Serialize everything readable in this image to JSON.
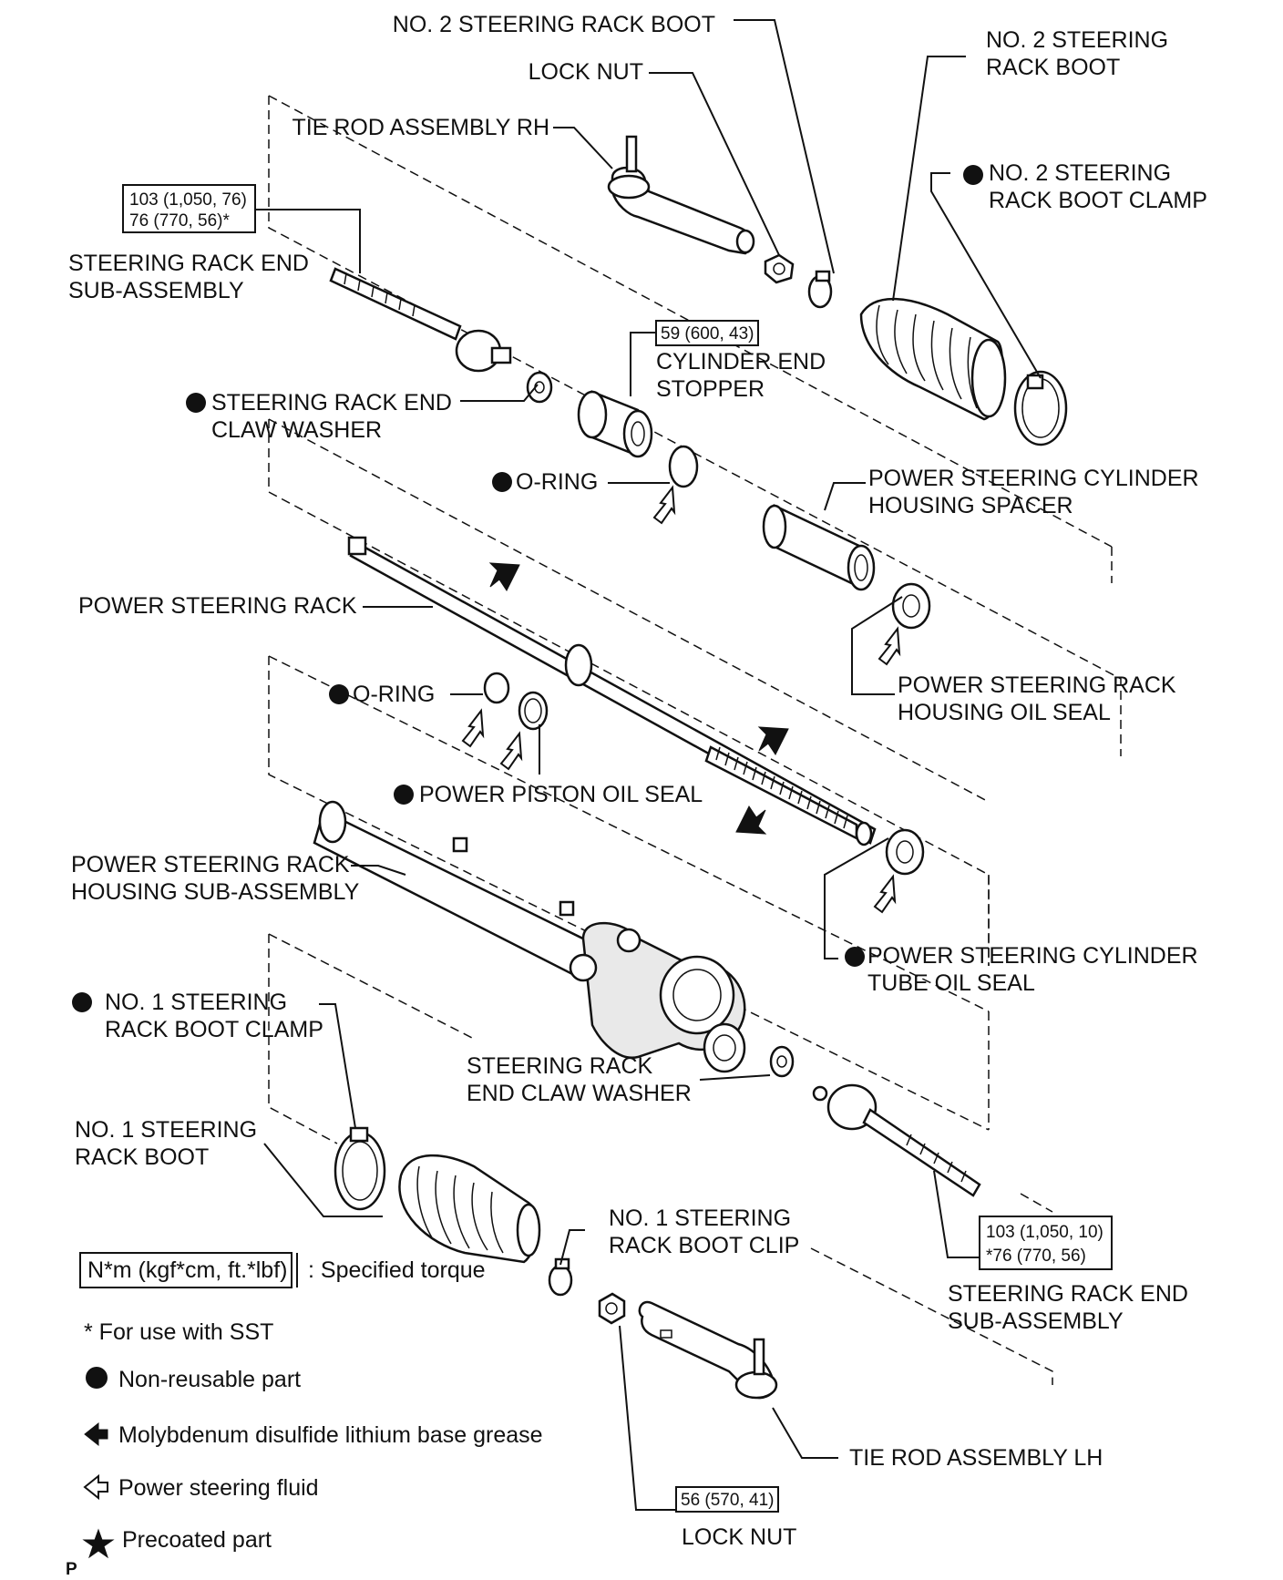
{
  "labels": {
    "no2_rack_boot_top": "NO. 2 STEERING RACK BOOT",
    "lock_nut_top": "LOCK NUT",
    "no2_boot_line1": "NO. 2 STEERING",
    "no2_boot_line2": "RACK BOOT",
    "tie_rod_rh": "TIE ROD ASSEMBLY RH",
    "no2_clamp_line1": "NO. 2 STEERING",
    "no2_clamp_line2": "RACK BOOT CLAMP",
    "rack_end_top_line1": "STEERING RACK END",
    "rack_end_top_line2": "SUB-ASSEMBLY",
    "cyl_stopper_line1": "CYLINDER END",
    "cyl_stopper_line2": "STOPPER",
    "claw_washer_top_line1": "STEERING RACK END",
    "claw_washer_top_line2": "CLAW WASHER",
    "oring_top": "O-RING",
    "spacer_line1": "POWER STEERING CYLINDER",
    "spacer_line2": "HOUSING SPACER",
    "power_rack": "POWER STEERING RACK",
    "housing_seal_line1": "POWER STEERING RACK",
    "housing_seal_line2": "HOUSING OIL SEAL",
    "oring_mid": "O-RING",
    "piston_seal": "POWER PISTON OIL SEAL",
    "housing_sub_line1": "POWER STEERING RACK",
    "housing_sub_line2": "HOUSING SUB-ASSEMBLY",
    "tube_seal_line1": "POWER STEERING CYLINDER",
    "tube_seal_line2": "TUBE OIL SEAL",
    "no1_clamp_line1": "NO. 1 STEERING",
    "no1_clamp_line2": "RACK BOOT CLAMP",
    "claw_washer_bot_line1": "STEERING RACK",
    "claw_washer_bot_line2": "END CLAW WASHER",
    "no1_boot_line1": "NO. 1 STEERING",
    "no1_boot_line2": "RACK BOOT",
    "no1_clip_line1": "NO. 1 STEERING",
    "no1_clip_line2": "RACK BOOT CLIP",
    "rack_end_bot_line1": "STEERING RACK END",
    "rack_end_bot_line2": "SUB-ASSEMBLY",
    "tie_rod_lh": "TIE ROD ASSEMBLY LH",
    "lock_nut_bot": "LOCK NUT"
  },
  "torque_specs": {
    "rack_end_top_line1": "103 (1,050, 76)",
    "rack_end_top_line2": "76 (770, 56)*",
    "cyl_stopper": "59 (600, 43)",
    "rack_end_bot_line1": "103 (1,050, 10)",
    "rack_end_bot_line2": "*76 (770, 56)",
    "lock_nut_bot": "56 (570, 41)"
  },
  "legend": {
    "torque_units": "N*m (kgf*cm, ft.*lbf)",
    "torque_desc": ": Specified torque",
    "sst_note": "* For use with SST",
    "non_reusable": "Non-reusable part",
    "grease": "Molybdenum disulfide lithium base grease",
    "fluid": "Power steering fluid",
    "precoated": "Precoated part"
  },
  "corner_mark": "P",
  "legend_icons": [
    "filled-circle-icon",
    "solid-arrow-icon",
    "hollow-arrow-icon",
    "star-icon"
  ],
  "colors": {
    "ink": "#111111",
    "paper": "#ffffff"
  }
}
